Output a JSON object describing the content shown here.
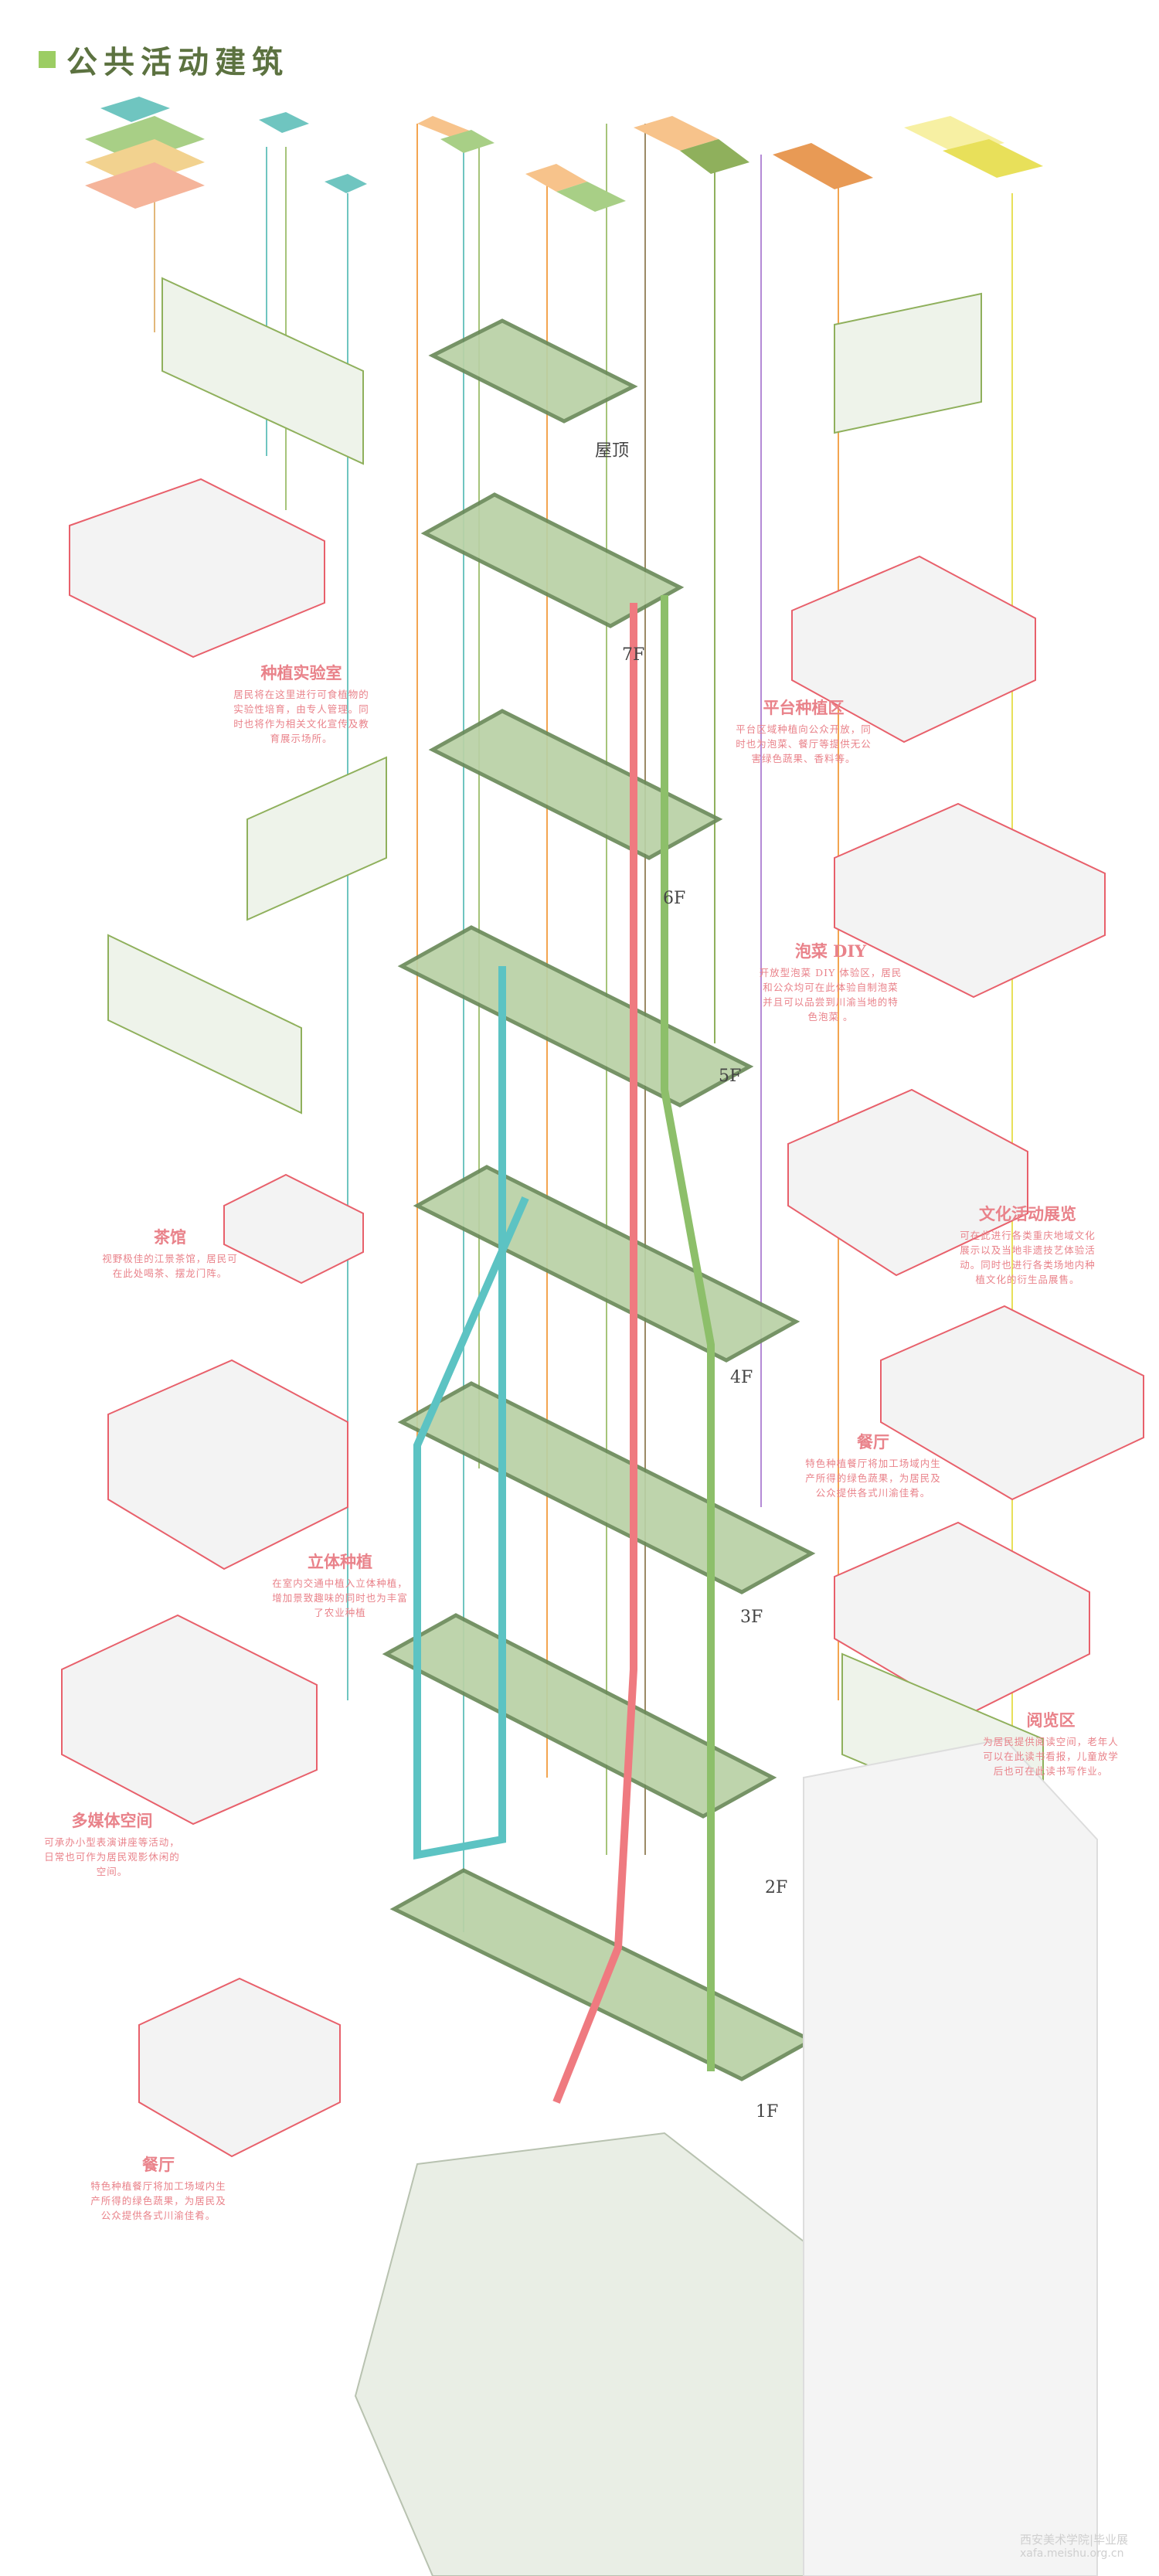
{
  "title": "公共活动建筑",
  "colors": {
    "title_square": "#9ccd63",
    "title_text": "#5c7240",
    "floor_fill": "#b9d1a5",
    "floor_edge": "#6b8a5a",
    "route_green": "#8dbf6a",
    "route_red": "#ef7a80",
    "route_cyan": "#5cc3c3",
    "annotation": "#e9828a",
    "box_line": "#e8606b"
  },
  "floors": [
    "屋顶",
    "7F",
    "6F",
    "5F",
    "4F",
    "3F",
    "2F",
    "1F"
  ],
  "annotations": [
    {
      "title": "种植实验室",
      "desc": [
        "居民将在这里进行可食植物的",
        "实验性培育，由专人管理。同",
        "时也将作为相关文化宣传及教",
        "育展示场所。"
      ]
    },
    {
      "title": "平台种植区",
      "desc": [
        "平台区域种植向公众开放，同",
        "时也为泡菜、餐厅等提供无公",
        "害绿色蔬果、香料等。"
      ]
    },
    {
      "title": "泡菜 DIY",
      "desc": [
        "开放型泡菜 DIY 体验区，居民",
        "和公众均可在此体验自制泡菜",
        "并且可以品尝到川渝当地的特",
        "色泡菜 。"
      ]
    },
    {
      "title": "茶馆",
      "desc": [
        "视野极佳的江景茶馆，居民可",
        "在此处喝茶、摆龙门阵。"
      ]
    },
    {
      "title": "文化活动展览",
      "desc": [
        "可在此进行各类重庆地域文化",
        "展示以及当地非遗技艺体验活",
        "动。同时也进行各类场地内种",
        "植文化的衍生品展售。"
      ]
    },
    {
      "title": "餐厅",
      "desc": [
        "特色种植餐厅将加工场域内生",
        "产所得的绿色蔬果，为居民及",
        "公众提供各式川渝佳肴。"
      ]
    },
    {
      "title": "立体种植",
      "desc": [
        "在室内交通中植入立体种植，",
        "增加景致趣味的同时也为丰富",
        "了农业种植"
      ]
    },
    {
      "title": "阅览区",
      "desc": [
        "为居民提供阅读空间，老年人",
        "可以在此读书看报，儿童放学",
        "后也可在此读书写作业。"
      ]
    },
    {
      "title": "多媒体空间",
      "desc": [
        "可承办小型表演讲座等活动，",
        "日常也可作为居民观影休闲的",
        "空间。"
      ]
    },
    {
      "title": "餐厅",
      "desc": [
        "特色种植餐厅将加工场域内生",
        "产所得的绿色蔬果，为居民及",
        "公众提供各式川渝佳肴。"
      ]
    }
  ],
  "watermark": {
    "line1": "西安美术学院|毕业展",
    "line2": "xafa.meishu.org.cn"
  }
}
